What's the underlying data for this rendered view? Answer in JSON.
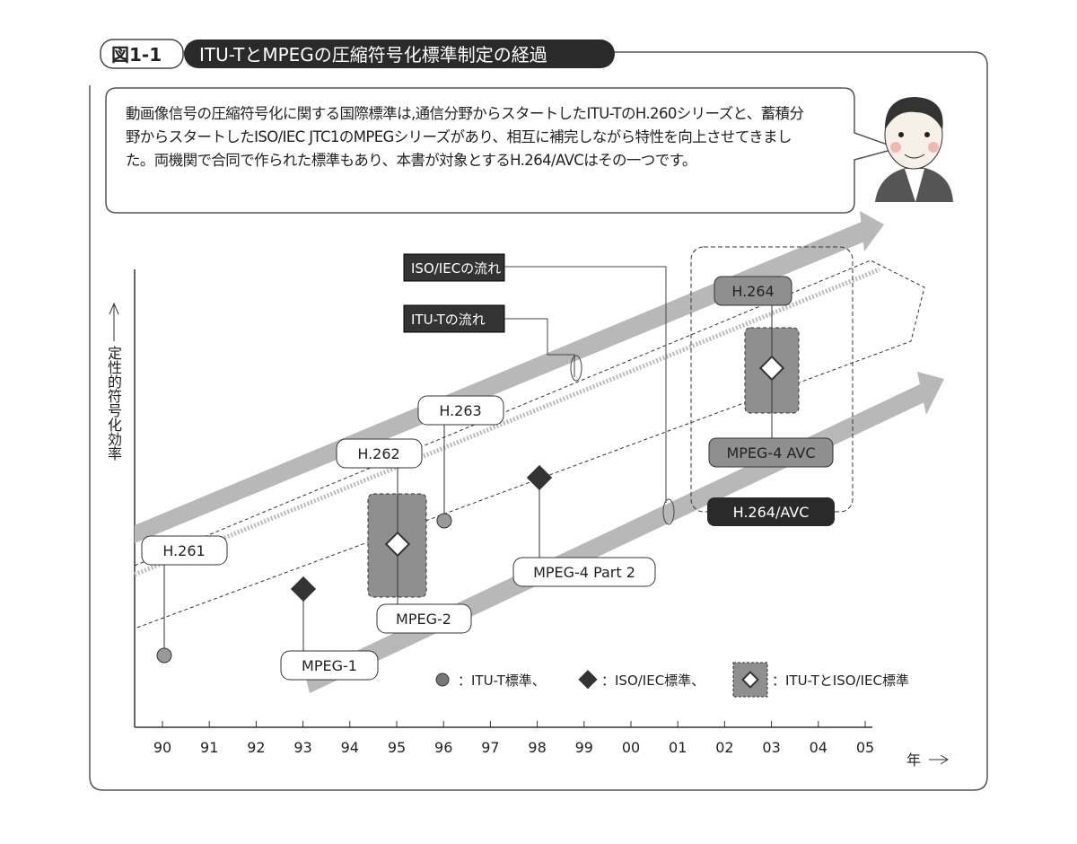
{
  "figure": {
    "number": "図1-1",
    "title": "ITU-TとMPEGの圧縮符号化標準制定の経過"
  },
  "intro": "動画像信号の圧縮符号化に関する国際標準は,通信分野からスタートしたITU-TのH.260シリーズと、蓄積分野からスタートしたISO/IEC JTC1のMPEGシリーズがあり、相互に補完しながら特性を向上させてきました。両機関で合同で作られた標準もあり、本書が対象とするH.264/AVCはその一つです。",
  "axes": {
    "ylabel": "定性的符号化効率",
    "xlabel": "年",
    "years": [
      "90",
      "91",
      "92",
      "93",
      "94",
      "95",
      "96",
      "97",
      "98",
      "99",
      "00",
      "01",
      "02",
      "03",
      "04",
      "05"
    ]
  },
  "flows": {
    "iso": "ISO/IECの流れ",
    "itu": "ITU-Tの流れ"
  },
  "standards": {
    "h261": "H.261",
    "mpeg1": "MPEG-1",
    "h262": "H.262",
    "mpeg2": "MPEG-2",
    "h263": "H.263",
    "mpeg4p2": "MPEG-4 Part 2",
    "h264": "H.264",
    "mpeg4avc": "MPEG-4 AVC",
    "h264avc": "H.264/AVC"
  },
  "legend": {
    "itu": "：ITU-T標準、",
    "iso": "：ISO/IEC標準、",
    "joint": "：ITU-TとISO/IEC標準"
  },
  "colors": {
    "band": "#9a9a9a",
    "dark": "#333333",
    "box": "#8f8f8f"
  }
}
